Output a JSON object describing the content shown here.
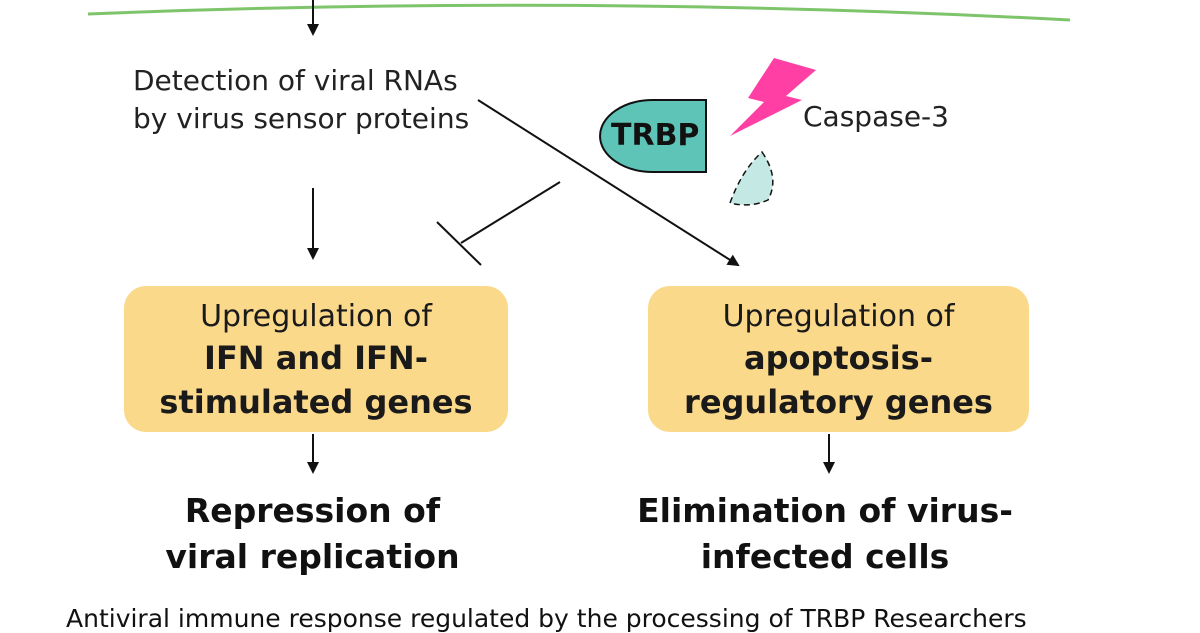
{
  "detection": {
    "line1": "Detection of viral RNAs",
    "line2": "by virus sensor proteins"
  },
  "trbp": {
    "label": "TRBP"
  },
  "caspase": {
    "label": "Caspase-3"
  },
  "left_box": {
    "line1": "Upregulation of",
    "line2": "IFN and IFN-",
    "line3": "stimulated genes"
  },
  "right_box": {
    "line1": "Upregulation of",
    "line2": "apoptosis-",
    "line3": "regulatory genes"
  },
  "left_outcome": {
    "line1": "Repression of",
    "line2": "viral replication"
  },
  "right_outcome": {
    "line1": "Elimination of virus-",
    "line2": "infected cells"
  },
  "caption": "Antiviral immune response regulated by the processing of TRBP Researchers",
  "colors": {
    "membrane": "#7ec46a",
    "box_fill": "#fbd98b",
    "trbp_fill": "#5fc4b8",
    "fragment_fill": "#c4e8e3",
    "lightning": "#ff3fa4"
  }
}
